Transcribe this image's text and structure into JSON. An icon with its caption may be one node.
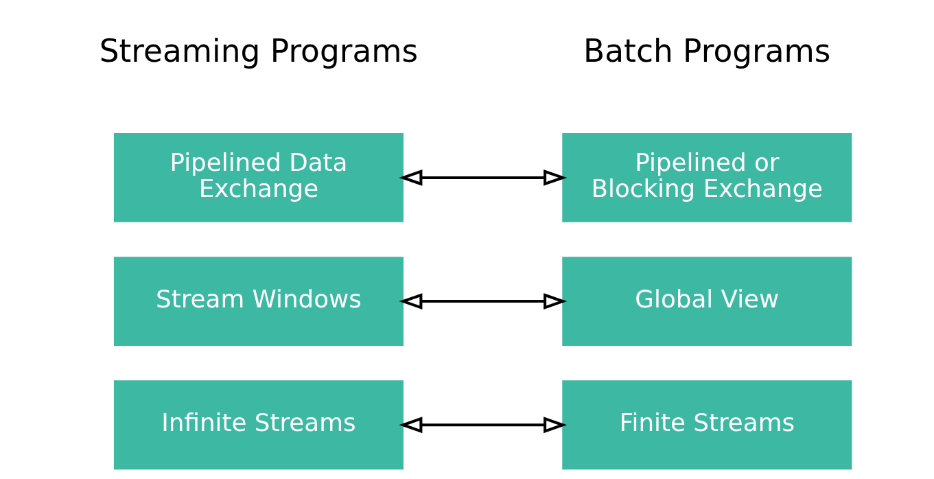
{
  "diagram": {
    "nodes": [
      {
        "text": [
          "Infinite Streams"
        ]
      },
      {
        "text": [
          "Finite Streams"
        ]
      },
      {
        "text": [
          "Stream Windows"
        ]
      },
      {
        "text": [
          "Global View"
        ]
      },
      {
        "text": [
          "Pipelined Data Exchange"
        ]
      },
      {
        "text": [
          "Pipelined or Blocking Exchange"
        ]
      }
    ],
    "edges": [
      {
        "from": 0,
        "to": 1,
        "arrow": "both"
      },
      {
        "from": 2,
        "to": 3,
        "arrow": "both"
      },
      {
        "from": 4,
        "to": 5,
        "arrow": "both"
      }
    ],
    "labels": [
      "Streaming Programs",
      "Batch Programs"
    ]
  }
}
